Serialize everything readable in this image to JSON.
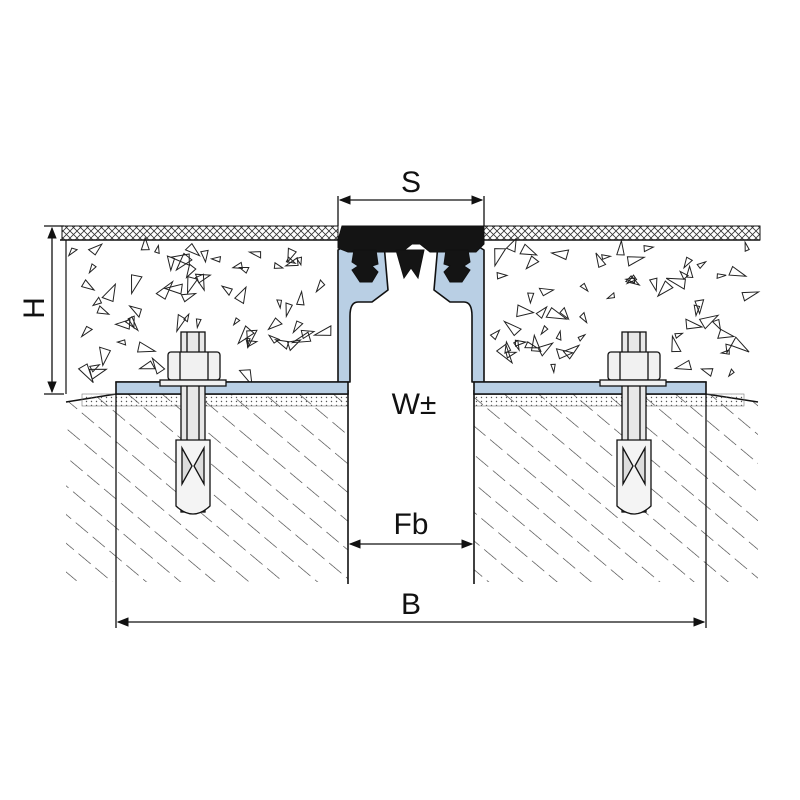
{
  "diagram": {
    "labels": {
      "s": "S",
      "h": "H",
      "w": "W±",
      "fb": "Fb",
      "b": "B"
    },
    "colors": {
      "line": "#111111",
      "profile_fill": "#b9cfe4",
      "insert_fill": "#141414",
      "concrete_fill": "#ffffff",
      "hatch": "#333333"
    }
  }
}
